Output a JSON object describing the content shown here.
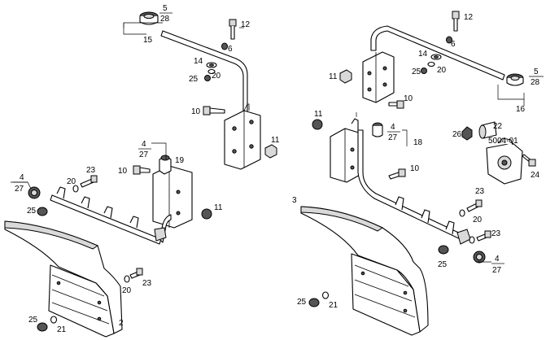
{
  "callouts": {
    "l12": "12",
    "l6": "6",
    "l15": "15",
    "l14": "14",
    "l20a": "20",
    "l25a": "25",
    "l10a": "10",
    "l11a": "11",
    "l19": "19",
    "l23a": "23",
    "l20b": "20",
    "l10b": "10",
    "l25b": "25",
    "l11b": "11",
    "l20c": "20",
    "l23b": "23",
    "l25c": "25",
    "l21a": "21",
    "l2": "2",
    "r12": "12",
    "r6": "6",
    "r14": "14",
    "r20a": "20",
    "r25a": "25",
    "r11a": "11",
    "r10a": "10",
    "r16": "16",
    "r11b": "11",
    "r18": "18",
    "r22": "22",
    "r26": "26",
    "r5004": "5004-01",
    "r24": "24",
    "r10b": "10",
    "r3": "3",
    "r23a": "23",
    "r20b": "20",
    "r23b": "23",
    "r25b": "25",
    "r25c": "25",
    "r21": "21"
  },
  "fractions": {
    "l_top": {
      "num": "5",
      "den": "28"
    },
    "l_mid": {
      "num": "4",
      "den": "27"
    },
    "l_left": {
      "num": "4",
      "den": "27"
    },
    "r_top": {
      "num": "5",
      "den": "28"
    },
    "r_mid": {
      "num": "4",
      "den": "27"
    },
    "r_bot": {
      "num": "4",
      "den": "27"
    }
  }
}
